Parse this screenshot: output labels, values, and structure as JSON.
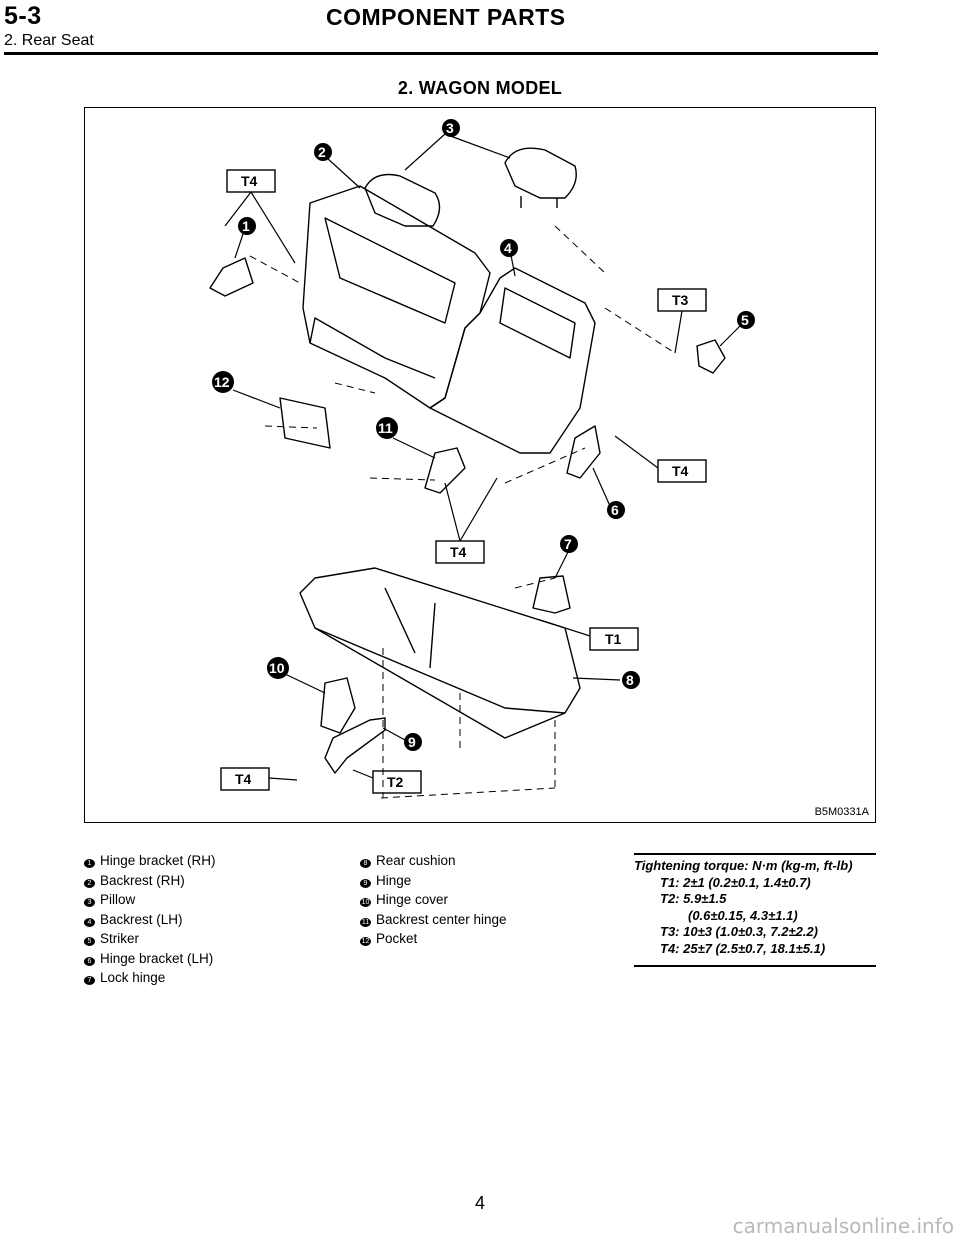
{
  "header": {
    "section": "5-3",
    "title": "COMPONENT PARTS",
    "subtitle": "2. Rear Seat"
  },
  "model_title": "2. WAGON MODEL",
  "figure": {
    "code": "B5M0331A",
    "callouts": [
      "1",
      "2",
      "3",
      "4",
      "5",
      "6",
      "7",
      "8",
      "9",
      "10",
      "11",
      "12"
    ],
    "torque_tags": [
      "T1",
      "T2",
      "T3",
      "T4"
    ]
  },
  "legend_left": [
    {
      "num": "1",
      "label": "Hinge bracket (RH)"
    },
    {
      "num": "2",
      "label": "Backrest (RH)"
    },
    {
      "num": "3",
      "label": "Pillow"
    },
    {
      "num": "4",
      "label": "Backrest (LH)"
    },
    {
      "num": "5",
      "label": "Striker"
    },
    {
      "num": "6",
      "label": "Hinge bracket (LH)"
    },
    {
      "num": "7",
      "label": "Lock hinge"
    }
  ],
  "legend_right": [
    {
      "num": "8",
      "label": "Rear cushion"
    },
    {
      "num": "9",
      "label": "Hinge"
    },
    {
      "num": "10",
      "label": "Hinge cover"
    },
    {
      "num": "11",
      "label": "Backrest center hinge"
    },
    {
      "num": "12",
      "label": "Pocket"
    }
  ],
  "torque": {
    "heading": "Tightening torque: N·m (kg-m, ft-lb)",
    "t1": "T1: 2±1 (0.2±0.1, 1.4±0.7)",
    "t2a": "T2: 5.9±1.5",
    "t2b": "(0.6±0.15, 4.3±1.1)",
    "t3": "T3: 10±3 (1.0±0.3, 7.2±2.2)",
    "t4": "T4: 25±7 (2.5±0.7, 18.1±5.1)"
  },
  "page_number": "4",
  "watermark": "carmanualsonline.info"
}
